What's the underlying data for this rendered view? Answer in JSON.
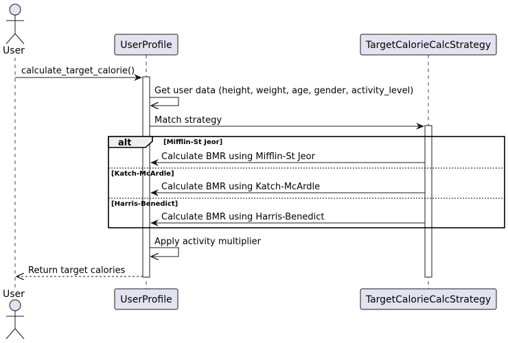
{
  "diagram": {
    "participants": [
      {
        "id": "user",
        "label": "User",
        "kind": "actor"
      },
      {
        "id": "profile",
        "label": "UserProfile",
        "kind": "participant"
      },
      {
        "id": "strategy",
        "label": "TargetCalorieCalcStrategy",
        "kind": "participant"
      }
    ],
    "messages": [
      {
        "id": "m1",
        "from": "user",
        "to": "profile",
        "text": "calculate_target_calorie()",
        "style": "solid"
      },
      {
        "id": "m2",
        "from": "profile",
        "to": "profile",
        "text": "Get user data (height, weight, age, gender, activity_level)",
        "style": "self"
      },
      {
        "id": "m3",
        "from": "profile",
        "to": "strategy",
        "text": "Match strategy",
        "style": "solid"
      },
      {
        "id": "m4",
        "from": "strategy",
        "to": "profile",
        "text": "Calculate BMR using Mifflin-St Jeor",
        "style": "solid"
      },
      {
        "id": "m5",
        "from": "strategy",
        "to": "profile",
        "text": "Calculate BMR using Katch-McArdle",
        "style": "solid"
      },
      {
        "id": "m6",
        "from": "strategy",
        "to": "profile",
        "text": "Calculate BMR using Harris-Benedict",
        "style": "solid"
      },
      {
        "id": "m7",
        "from": "profile",
        "to": "profile",
        "text": "Apply activity multiplier",
        "style": "self"
      },
      {
        "id": "m8",
        "from": "profile",
        "to": "user",
        "text": "Return target calories",
        "style": "dashed"
      }
    ],
    "alt_fragment": {
      "keyword": "alt",
      "guards": [
        "[Mifflin-St Jeor]",
        "[Katch-McArdle]",
        "[Harris-Benedict]"
      ]
    },
    "colors": {
      "participant_fill": "#E2E2F0",
      "participant_border": "#181818",
      "lifeline": "#181818",
      "activation_fill": "#FFFFFF",
      "arrow": "#181818",
      "fragment_header_fill": "#EEEEEE",
      "background": "#FFFFFF"
    }
  }
}
